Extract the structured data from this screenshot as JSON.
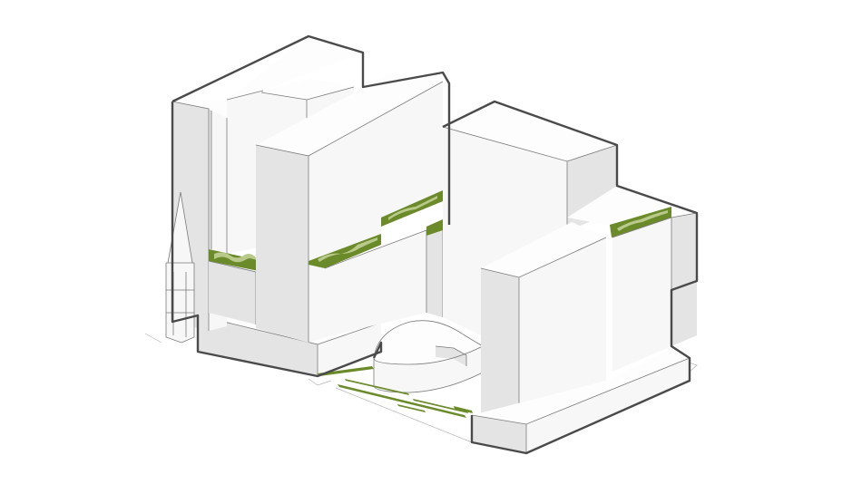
{
  "colors": {
    "background": "#ffffff",
    "facade_shadow": "#e4e4e4",
    "facade_light": "#f7f7f7",
    "roof": "#fdfdfd",
    "outline": "#4a4a4a",
    "green_roof": "#6b8a2a",
    "green_highlight": "#b9c98a"
  },
  "elements": {
    "church_spire": "church-spire",
    "tower_left_tall": "tower-left-tall",
    "tower_center": "tower-center",
    "tower_right_back": "tower-right-back",
    "tower_right_front": "tower-right-front",
    "pavilion": "oval-pavilion",
    "green_roofs": "green-roof-terraces",
    "plaza": "green-plaza"
  }
}
